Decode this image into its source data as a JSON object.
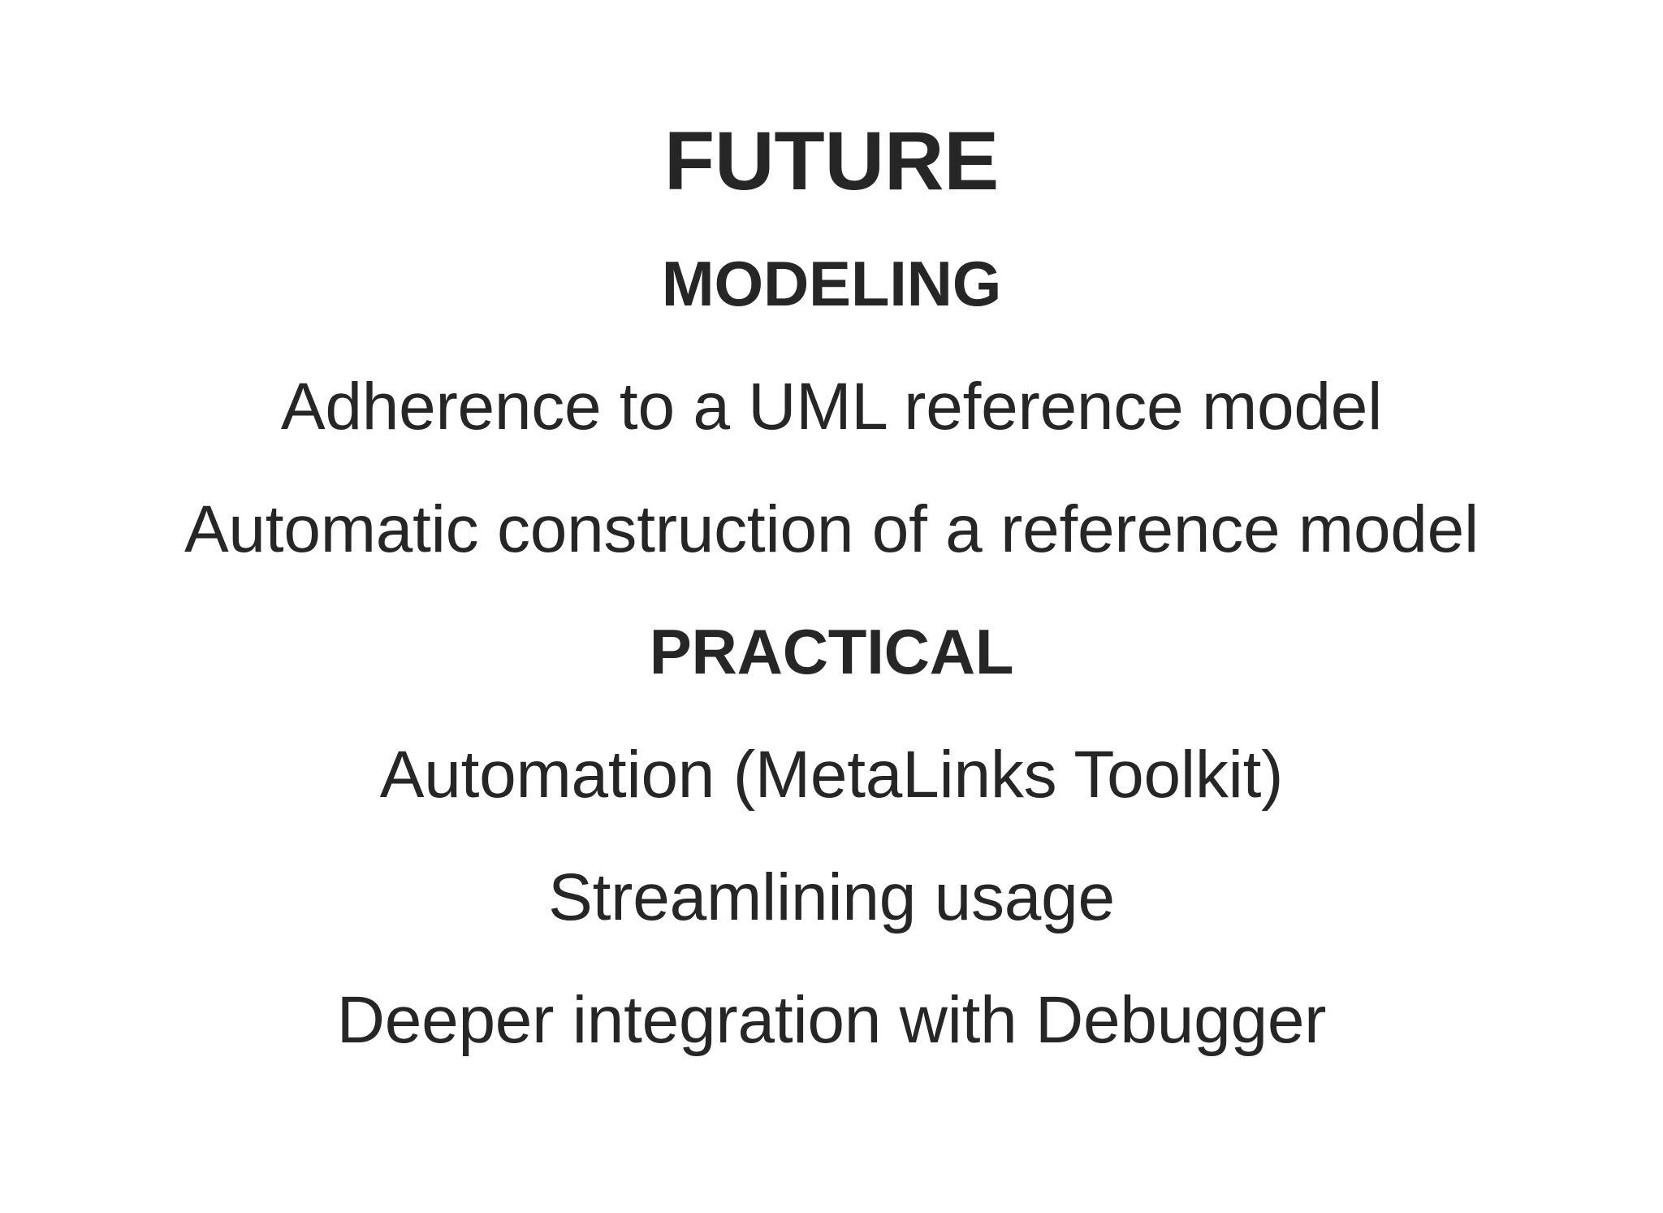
{
  "slide": {
    "title": "FUTURE",
    "sections": [
      {
        "heading": "MODELING",
        "items": [
          "Adherence to a UML reference model",
          "Automatic construction of a reference model"
        ]
      },
      {
        "heading": "PRACTICAL",
        "items": [
          "Automation (MetaLinks Toolkit)",
          "Streamlining usage",
          "Deeper integration with Debugger"
        ]
      }
    ],
    "colors": {
      "text": "#262626",
      "background": "#ffffff"
    }
  }
}
